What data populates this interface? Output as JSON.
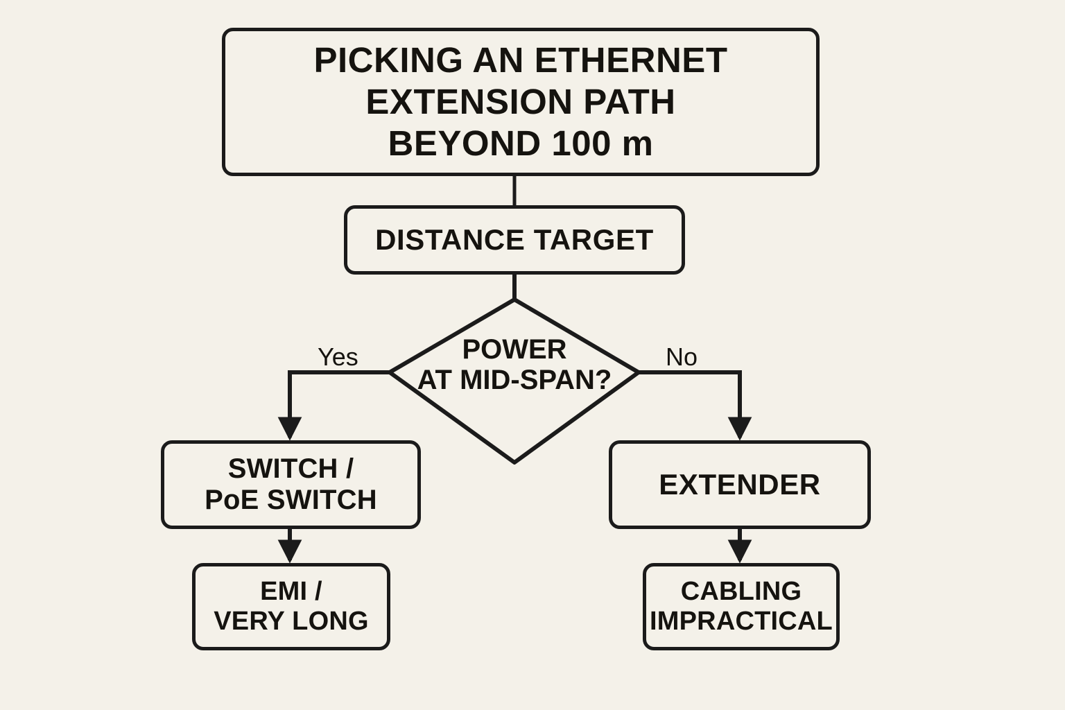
{
  "diagram": {
    "title_node": "PICKING AN ETHERNET\nEXTENSION PATH\nBEYOND 100 m",
    "background_color": "#f4f1e9",
    "line_color": "#1b1b1b",
    "text_color": "#15130f"
  },
  "nodes": {
    "title": {
      "label": "PICKING AN ETHERNET\nEXTENSION PATH\nBEYOND 100 m",
      "shape": "rounded-rect"
    },
    "distance": {
      "label": "DISTANCE TARGET",
      "shape": "rounded-rect"
    },
    "decision": {
      "label": "POWER\nAT MID-SPAN?",
      "shape": "diamond"
    },
    "switch": {
      "label": "SWITCH /\nPoE SWITCH",
      "shape": "rounded-rect"
    },
    "emi": {
      "label": "EMI /\nVERY LONG",
      "shape": "rounded-rect"
    },
    "extender": {
      "label": "EXTENDER",
      "shape": "rounded-rect"
    },
    "cabling": {
      "label": "CABLING\nIMPRACTICAL",
      "shape": "rounded-rect"
    }
  },
  "edges": {
    "yes_label": "Yes",
    "no_label": "No"
  }
}
